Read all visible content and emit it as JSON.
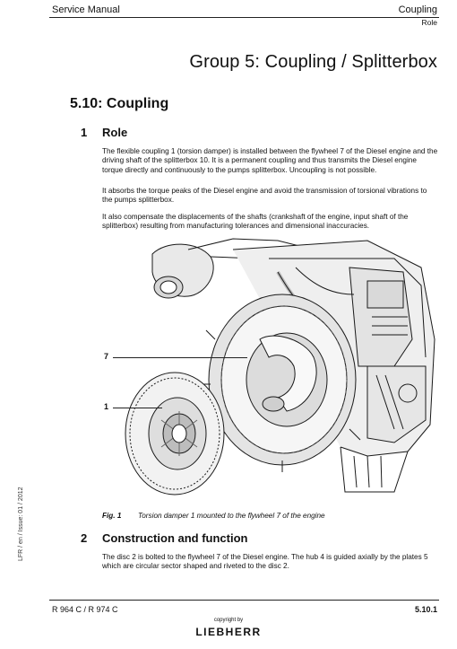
{
  "header": {
    "left": "Service Manual",
    "right": "Coupling",
    "sub": "Role"
  },
  "group_title": "Group 5: Coupling / Splitterbox",
  "section": {
    "title": "5.10: Coupling"
  },
  "subsection1": {
    "num": "1",
    "title": "Role",
    "paragraphs": [
      "The flexible coupling 1 (torsion damper) is installed between the flywheel 7 of the Diesel engine and the driving shaft of the splitterbox 10. It is a permanent coupling and thus transmits the Diesel engine torque directly and continuously to the pumps splitterbox. Uncoupling is not possible.",
      "It absorbs the torque peaks of the Diesel engine and avoid the transmission of torsional vibrations to the pumps splitterbox.",
      "It also compensate the displacements of the shafts (crankshaft of the engine, input shaft of the splitterbox) resulting from manufacturing tolerances and dimensional inaccuracies."
    ]
  },
  "figure": {
    "callouts": [
      "7",
      "1"
    ],
    "caption_label": "Fig. 1",
    "caption_text": "Torsion damper 1 mounted to the flywheel 7 of the engine"
  },
  "subsection2": {
    "num": "2",
    "title": "Construction and function",
    "paragraph": "The disc 2 is bolted to the flywheel 7 of the Diesel engine. The hub 4 is guided axially by the plates 5 which are circular sector shaped and riveted to the disc 2."
  },
  "side_code": "LFR / en / Issue: 01 / 2012",
  "footer": {
    "left": "R 964 C / R 974 C",
    "right": "5.10.1",
    "copyright": "copyright by",
    "logo": "LIEBHERR"
  }
}
